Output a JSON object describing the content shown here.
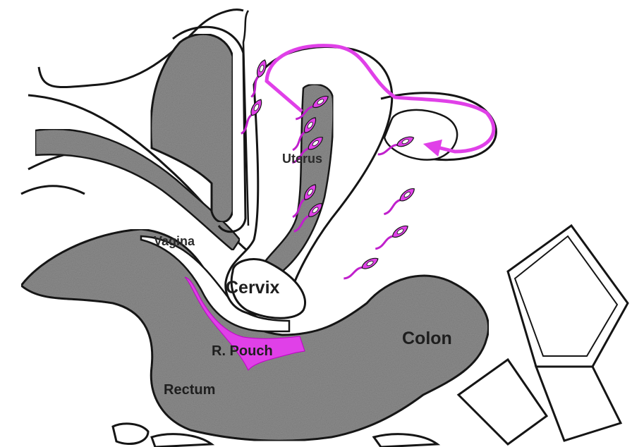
{
  "labels": {
    "uterus": "Uterus",
    "vagina": "Vagina",
    "cervix": "Cervix",
    "colon": "Colon",
    "rectum": "Rectum",
    "pouch": "R. Pouch"
  },
  "colors": {
    "tissue": "#8c8c8c",
    "outline": "#151515",
    "highlight": "#e040e8",
    "background": "#ffffff"
  },
  "icons": [
    "sperm-icon",
    "migration-arrow-icon"
  ]
}
